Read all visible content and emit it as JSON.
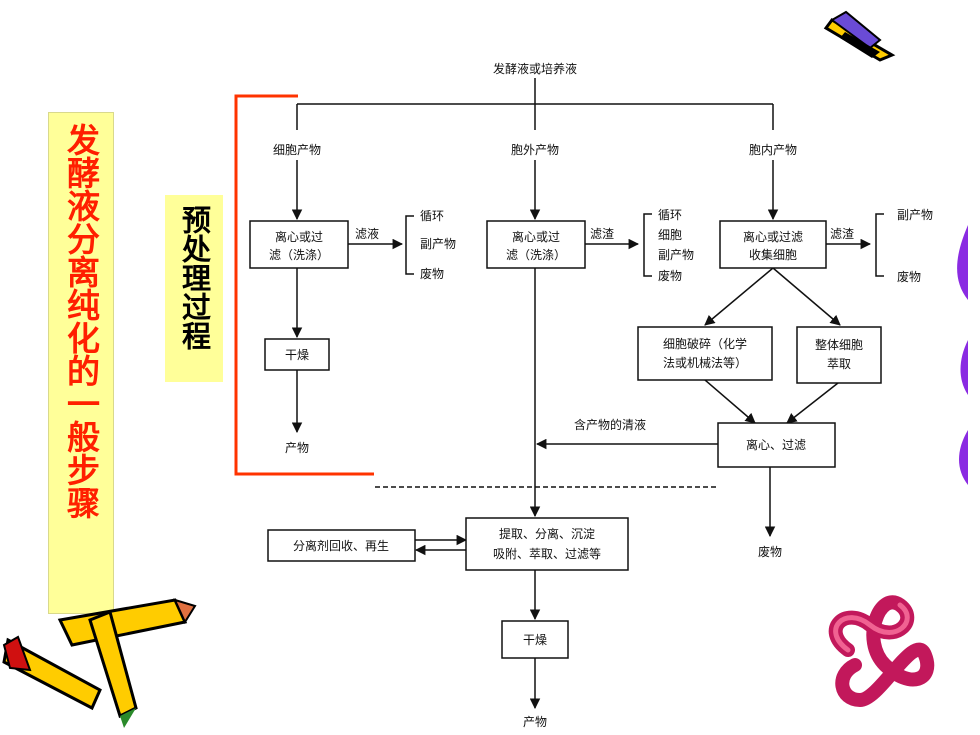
{
  "side_title": "发酵液分离纯化的一般步骤",
  "pretreat_title": "预处理过程",
  "nodes": {
    "source": "发酵液或培养液",
    "cell_product": "细胞产物",
    "extracellular": "胞外产物",
    "intracellular": "胞内产物",
    "centrifuge1_l1": "离心或过",
    "centrifuge1_l2": "滤（洗涤）",
    "centrifuge2_l1": "离心或过",
    "centrifuge2_l2": "滤（洗涤）",
    "centrifuge3_l1": "离心或过滤",
    "centrifuge3_l2": "收集细胞",
    "filtrate": "滤液",
    "residue2": "滤渣",
    "residue3": "滤渣",
    "out1": [
      "循环",
      "副产物",
      "废物"
    ],
    "out2": [
      "循环",
      "细胞",
      "副产物",
      "废物"
    ],
    "out3": [
      "副产物",
      "废物"
    ],
    "dry1": "干燥",
    "product1": "产物",
    "disrupt_l1": "细胞破碎（化学",
    "disrupt_l2": "法或机械法等）",
    "whole_l1": "整体细胞",
    "whole_l2": "萃取",
    "supernatant": "含产物的清液",
    "centrifuge4": "离心、过滤",
    "waste4": "废物",
    "extract_l1": "提取、分离、沉淀",
    "extract_l2": "吸附、萃取、过滤等",
    "recover": "分离剂回收、再生",
    "dry2": "干燥",
    "product2": "产物"
  },
  "colors": {
    "title_bg": "#ffff99",
    "title_text": "#ff1f00",
    "bracket": "#ff3300"
  }
}
